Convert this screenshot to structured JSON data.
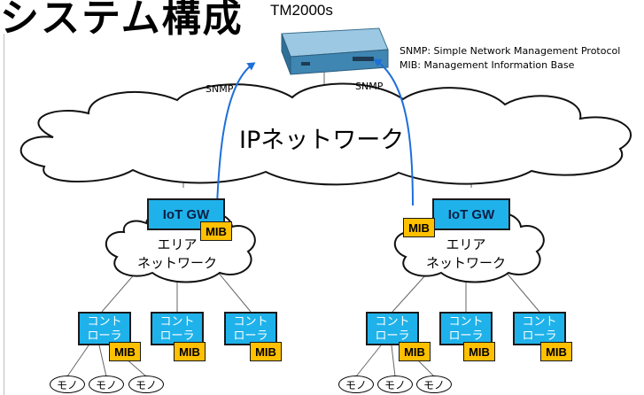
{
  "title": "システム構成",
  "device": {
    "label": "TM2000s"
  },
  "legend": {
    "snmp": "SNMP: Simple Network Management Protocol",
    "mib": "MIB: Management Information Base"
  },
  "arrows": {
    "left_label": "SNMP",
    "right_label": "SNMP"
  },
  "ip_network": {
    "label": "IPネットワーク"
  },
  "sites": [
    {
      "gateway": "IoT GW",
      "gateway_mib": "MIB",
      "area_network": [
        "エリア",
        "ネットワーク"
      ],
      "controllers": [
        {
          "line1": "コント",
          "line2": "ローラ",
          "mib": "MIB"
        },
        {
          "line1": "コント",
          "line2": "ローラ",
          "mib": "MIB"
        },
        {
          "line1": "コント",
          "line2": "ローラ",
          "mib": "MIB"
        }
      ],
      "things": [
        "モノ",
        "モノ",
        "モノ"
      ]
    },
    {
      "gateway": "IoT GW",
      "gateway_mib": "MIB",
      "area_network": [
        "エリア",
        "ネットワーク"
      ],
      "controllers": [
        {
          "line1": "コント",
          "line2": "ローラ",
          "mib": "MIB"
        },
        {
          "line1": "コント",
          "line2": "ローラ",
          "mib": "MIB"
        },
        {
          "line1": "コント",
          "line2": "ローラ",
          "mib": "MIB"
        }
      ],
      "things": [
        "モノ",
        "モノ",
        "モノ"
      ]
    }
  ],
  "colors": {
    "gateway_fill": "#1fb2ea",
    "mib_fill": "#ffc000",
    "arrow": "#1e6fd9",
    "device_body": "#4a90b8"
  }
}
